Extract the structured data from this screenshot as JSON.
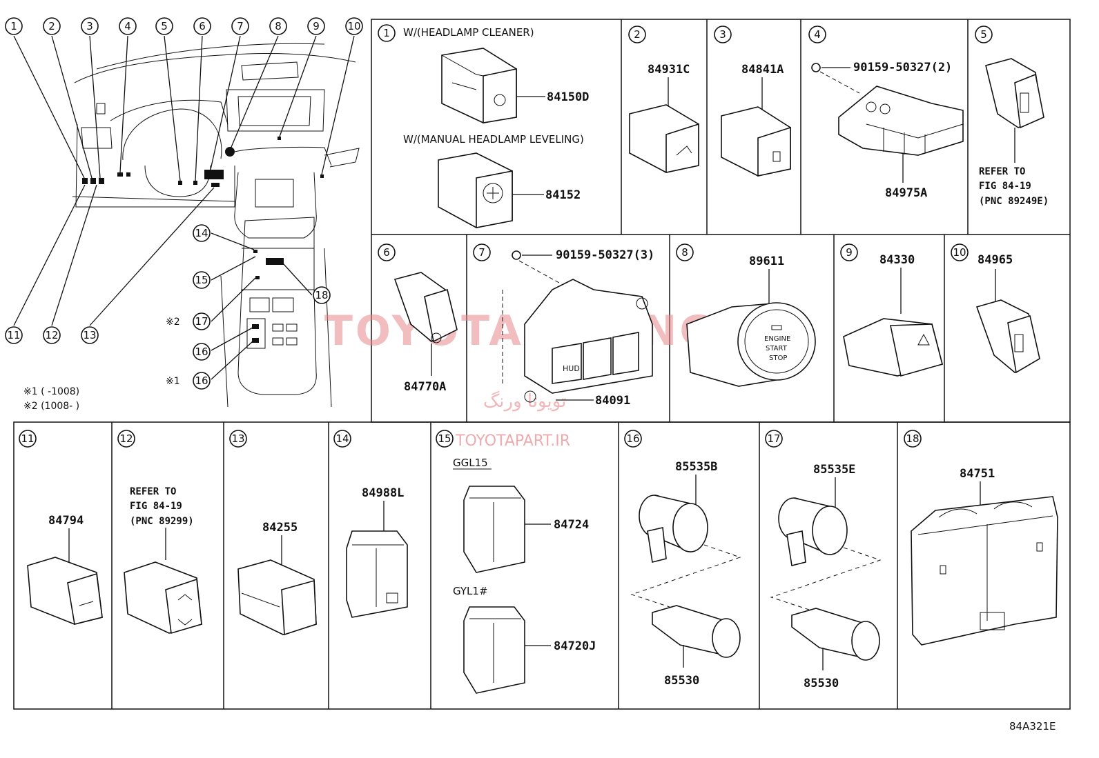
{
  "overview": {
    "callouts_top": [
      "1",
      "2",
      "3",
      "4",
      "5",
      "6",
      "7",
      "8",
      "9",
      "10"
    ],
    "callouts_bottom": [
      "11",
      "12",
      "13"
    ],
    "callouts_console": [
      "14",
      "15",
      "17",
      "16",
      "16",
      "18"
    ],
    "marks": {
      "m17": "※2",
      "m16": "※1"
    },
    "notes": {
      "n1": "※1 (      -1008)",
      "n2": "※2 (1008-      )"
    }
  },
  "cells": [
    {
      "num": "1",
      "lines": [
        "W/(HEADLAMP CLEANER)",
        "W/(MANUAL HEADLAMP LEVELING)"
      ],
      "parts": [
        "84150D",
        "84152"
      ]
    },
    {
      "num": "2",
      "parts": [
        "84931C"
      ]
    },
    {
      "num": "3",
      "parts": [
        "84841A"
      ]
    },
    {
      "num": "4",
      "parts": [
        "90159-50327(2)",
        "84975A"
      ]
    },
    {
      "num": "5",
      "refer": [
        "REFER TO",
        "FIG 84-19",
        "(PNC 89249E)"
      ]
    },
    {
      "num": "6",
      "parts": [
        "84770A"
      ]
    },
    {
      "num": "7",
      "parts": [
        "90159-50327(3)",
        "84091"
      ],
      "keys": [
        "HUD"
      ]
    },
    {
      "num": "8",
      "parts": [
        "89611"
      ],
      "text": [
        "ENGINE",
        "START",
        "STOP"
      ]
    },
    {
      "num": "9",
      "parts": [
        "84330"
      ]
    },
    {
      "num": "10",
      "parts": [
        "84965"
      ]
    },
    {
      "num": "11",
      "parts": [
        "84794"
      ]
    },
    {
      "num": "12",
      "refer": [
        "REFER TO",
        "FIG 84-19",
        "(PNC 89299)"
      ]
    },
    {
      "num": "13",
      "parts": [
        "84255"
      ]
    },
    {
      "num": "14",
      "parts": [
        "84988L"
      ]
    },
    {
      "num": "15",
      "models": [
        "GGL15",
        "GYL1#"
      ],
      "parts": [
        "84724",
        "84720J"
      ]
    },
    {
      "num": "16",
      "parts": [
        "85535B",
        "85530"
      ]
    },
    {
      "num": "17",
      "parts": [
        "85535E",
        "85530"
      ]
    },
    {
      "num": "18",
      "parts": [
        "84751"
      ]
    }
  ],
  "watermarks": {
    "main": "TOYOTA SHENG",
    "site": "TOYOTAPART.IR",
    "fa": "تویوتا ورنگ"
  },
  "diagram_code": "84A321E"
}
